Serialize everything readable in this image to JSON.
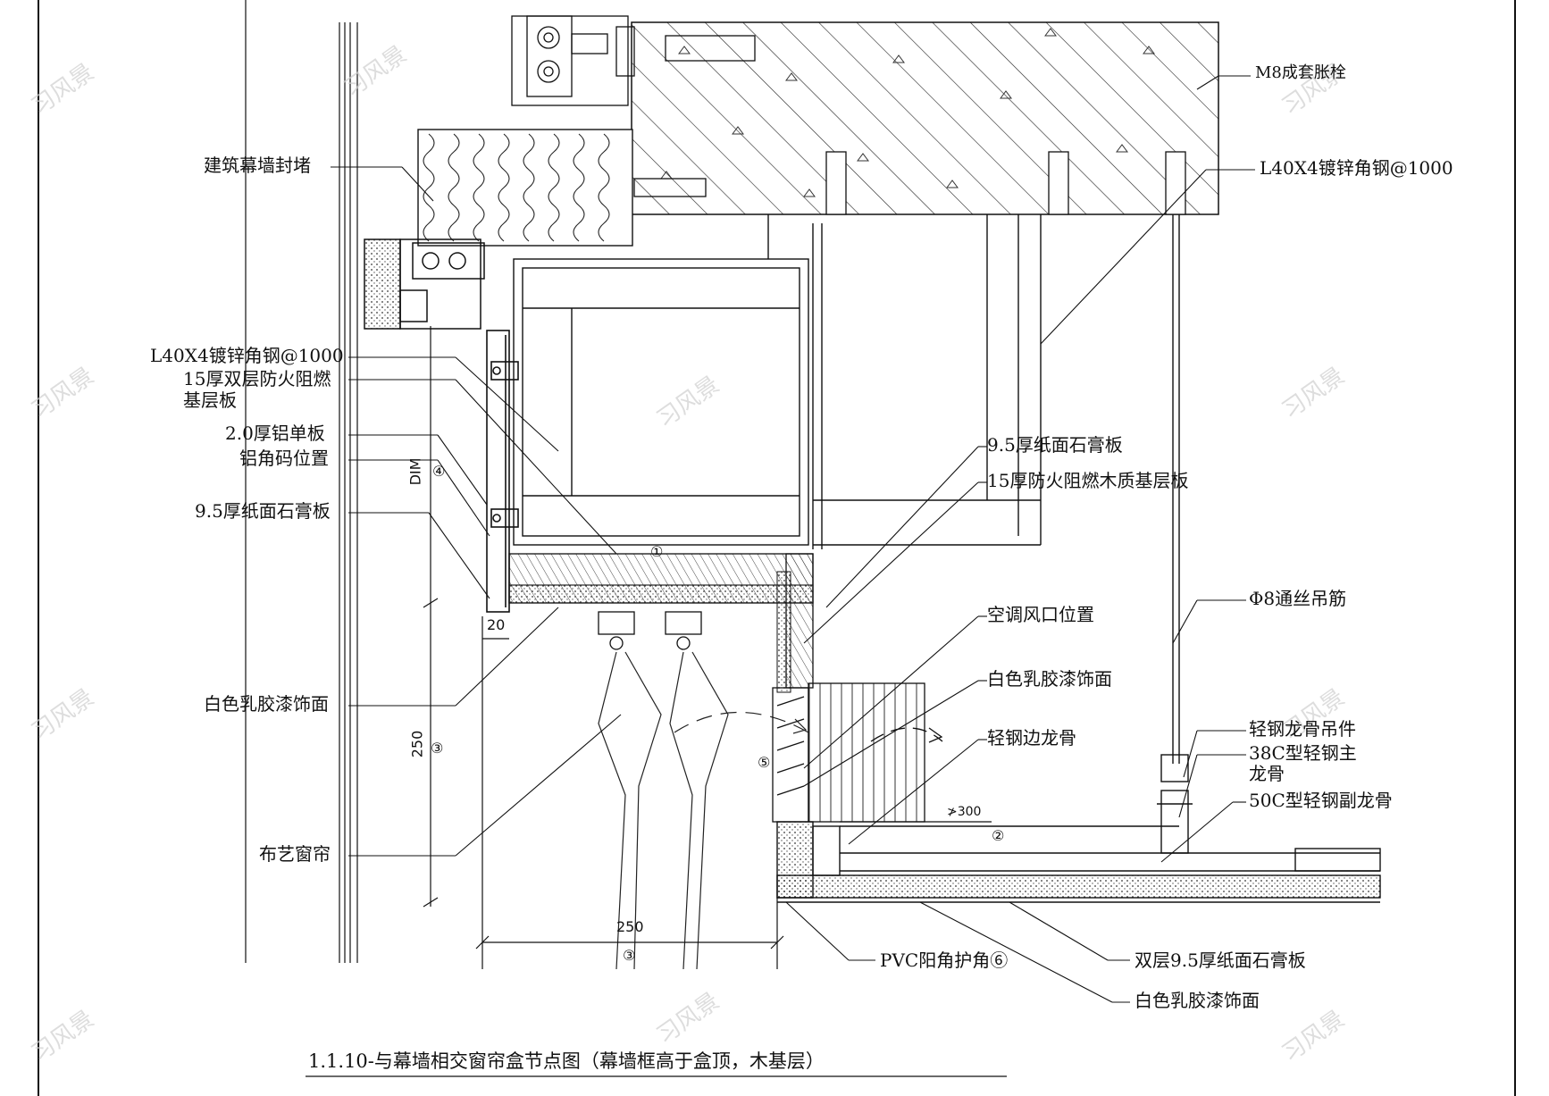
{
  "title": "1.1.10-与幕墙相交窗帘盒节点图（幕墙框高于盒顶，木基层）",
  "watermark": "习风景",
  "labels": {
    "m8_bolt": "M8成套胀栓",
    "angle_steel_right": "L40X4镀锌角钢@1000",
    "curtain_wall_seal": "建筑幕墙封堵",
    "angle_steel_left": "L40X4镀锌角钢@1000",
    "fireproof_board_l1": "15厚双层防火阻燃",
    "fireproof_board_l2": "基层板",
    "aluminum_panel": "2.0厚铝单板",
    "aluminum_corner": "铝角码位置",
    "gypsum_left": "9.5厚纸面石膏板",
    "gypsum_mid": "9.5厚纸面石膏板",
    "wood_base_mid": "15厚防火阻燃木质基层板",
    "ac_vent": "空调风口位置",
    "white_paint_mid": "白色乳胶漆饰面",
    "white_paint_left": "白色乳胶漆饰面",
    "light_steel_edge": "轻钢边龙骨",
    "hanger_rod": "Φ8通丝吊筋",
    "hanger_clip": "轻钢龙骨吊件",
    "main_keel_l1": "38C型轻钢主",
    "main_keel_l2": "龙骨",
    "sub_keel": "50C型轻钢副龙骨",
    "fabric_curtain": "布艺窗帘",
    "pvc_corner": "PVC阳角护角⑥",
    "double_gypsum": "双层9.5厚纸面石膏板",
    "white_paint_bottom": "白色乳胶漆饰面"
  },
  "dimensions": {
    "dim_label": "DIM",
    "d20": "20",
    "d250_vertical": "250",
    "d250_horizontal": "250",
    "d300": "≯300",
    "c1": "①",
    "c2": "②",
    "c3_vertical": "③",
    "c3_horizontal": "③",
    "c4": "④",
    "c5": "⑤"
  }
}
